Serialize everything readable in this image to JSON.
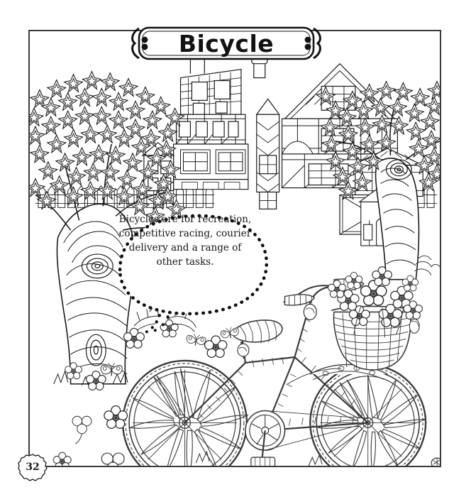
{
  "page": {
    "type": "coloring-book-page",
    "background_color": "#ffffff",
    "ink_color": "#1a1a1a",
    "border_color": "#3a3a3a",
    "number": "32"
  },
  "title_banner": {
    "label": "Bicycle",
    "left_flourish": "scroll-flourish-icon",
    "right_flourish": "scroll-flourish-icon"
  },
  "speech_bubble": {
    "style": "dotted-outline",
    "full_text": "Bicycles are for recreation, competitive racing, courier delivery and a range of other tasks.",
    "lines": [
      "Bicycles are for recreation,",
      "competitive racing, courier",
      "delivery and a range of",
      "other tasks."
    ]
  },
  "scene": {
    "elements": [
      {
        "name": "left-tree",
        "description": "large leafy tree with wood-grain trunk"
      },
      {
        "name": "right-tree",
        "description": "leafy tree with knotted wood-grain trunk"
      },
      {
        "name": "tudor-houses",
        "description": "half-timbered village houses with chimneys"
      },
      {
        "name": "picket-fence",
        "description": "picket fence across the background"
      },
      {
        "name": "bicycle",
        "description": "ornate bicycle with patterned wheels"
      },
      {
        "name": "flower-basket",
        "description": "wicker basket filled with flowers"
      },
      {
        "name": "butterflies",
        "description": "scattered butterflies"
      },
      {
        "name": "ground-flowers",
        "description": "scattered flowers and clover"
      }
    ]
  }
}
